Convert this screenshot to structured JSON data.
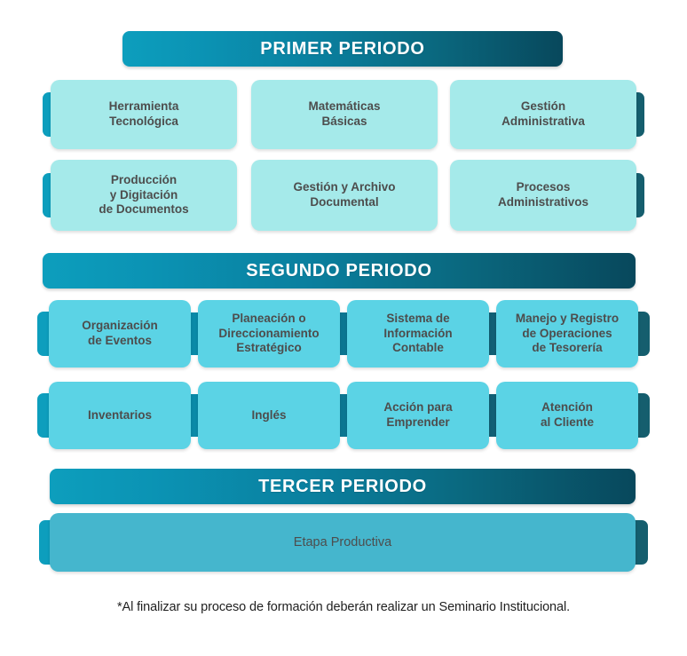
{
  "periods": [
    {
      "title": "PRIMER PERIODO",
      "rows": [
        [
          {
            "label": "Herramienta\nTecnológica"
          },
          {
            "label": "Matemáticas\nBásicas"
          },
          {
            "label": "Gestión\nAdministrativa"
          }
        ],
        [
          {
            "label": "Producción\ny Digitación\nde Documentos"
          },
          {
            "label": "Gestión y Archivo\nDocumental"
          },
          {
            "label": "Procesos\nAdministrativos"
          }
        ]
      ]
    },
    {
      "title": "SEGUNDO PERIODO",
      "rows": [
        [
          {
            "label": "Organización\nde Eventos"
          },
          {
            "label": "Planeación o\nDireccionamiento\nEstratégico"
          },
          {
            "label": "Sistema de\nInformación\nContable"
          },
          {
            "label": "Manejo y Registro\nde Operaciones\nde Tesorería"
          }
        ],
        [
          {
            "label": "Inventarios"
          },
          {
            "label": "Inglés"
          },
          {
            "label": "Acción para\nEmprender"
          },
          {
            "label": "Atención\nal Cliente"
          }
        ]
      ]
    },
    {
      "title": "TERCER PERIODO",
      "rows": [
        [
          {
            "label": "Etapa Productiva"
          }
        ]
      ]
    }
  ],
  "footnote": "*Al finalizar su proceso de formación deberán realizar un Seminario Institucional.",
  "colors": {
    "bar_gradient_start": "#0d9ebd",
    "bar_gradient_end": "#08485c",
    "box_tone_1": "#a5eaea",
    "box_tone_2": "#5bd3e5",
    "box_tone_3": "#45b6cd",
    "tab_left": "#0d9ebd",
    "tab_right": "#155e6e",
    "box_text": "#4d4d4d",
    "bar_text": "#ffffff",
    "footnote_text": "#1f1f1f"
  }
}
